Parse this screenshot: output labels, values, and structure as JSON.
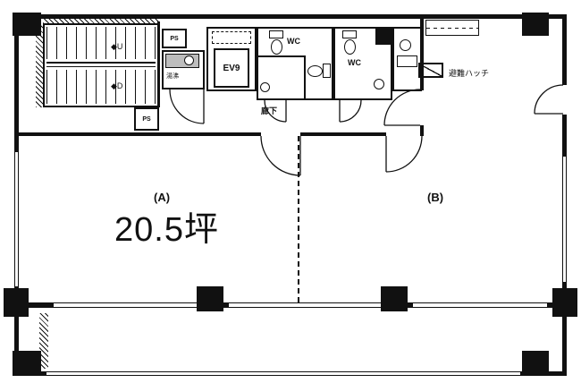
{
  "labels": {
    "room_a": "(A)",
    "room_a_area": "20.5坪",
    "room_b": "(B)",
    "corridor": "廊下",
    "elevator": "EV9",
    "wc_left": "WC",
    "wc_right": "WC",
    "ps_top": "PS",
    "ps_side": "PS",
    "kitchenette": "湯沸",
    "evac_hatch": "避難ハッチ",
    "stair_up": "◆U",
    "stair_down": "◆D"
  },
  "colors": {
    "line": "#111111",
    "background": "#ffffff",
    "counter_gray": "#bdbdbd"
  }
}
